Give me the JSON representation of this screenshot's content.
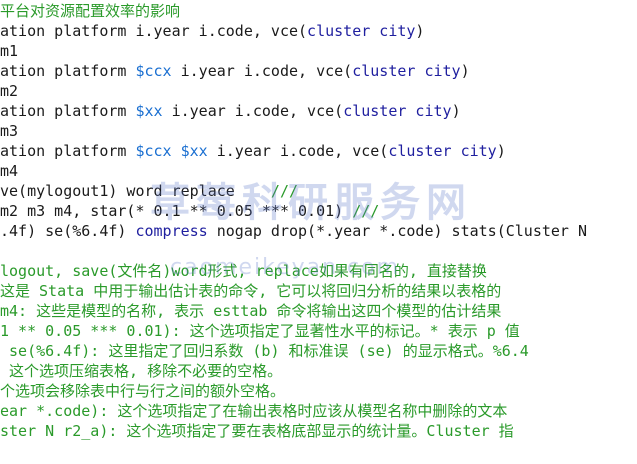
{
  "lines": [
    {
      "segments": [
        {
          "t": "平台对资源配置效率的影响",
          "c": "cmt"
        }
      ]
    },
    {
      "segments": [
        {
          "t": "ation platform i.year i.code, vce(",
          "c": "txt"
        },
        {
          "t": "cluster city",
          "c": "kw"
        },
        {
          "t": ")",
          "c": "txt"
        }
      ]
    },
    {
      "segments": [
        {
          "t": "m1",
          "c": "txt"
        }
      ]
    },
    {
      "segments": [
        {
          "t": "ation platform ",
          "c": "txt"
        },
        {
          "t": "$ccx",
          "c": "mac"
        },
        {
          "t": " i.year i.code, vce(",
          "c": "txt"
        },
        {
          "t": "cluster city",
          "c": "kw"
        },
        {
          "t": ")",
          "c": "txt"
        }
      ]
    },
    {
      "segments": [
        {
          "t": "m2",
          "c": "txt"
        }
      ]
    },
    {
      "segments": [
        {
          "t": "ation platform ",
          "c": "txt"
        },
        {
          "t": "$xx",
          "c": "mac"
        },
        {
          "t": " i.year i.code, vce(",
          "c": "txt"
        },
        {
          "t": "cluster city",
          "c": "kw"
        },
        {
          "t": ")",
          "c": "txt"
        }
      ]
    },
    {
      "segments": [
        {
          "t": "m3",
          "c": "txt"
        }
      ]
    },
    {
      "segments": [
        {
          "t": "ation platform ",
          "c": "txt"
        },
        {
          "t": "$ccx",
          "c": "mac"
        },
        {
          "t": " ",
          "c": "txt"
        },
        {
          "t": "$xx",
          "c": "mac"
        },
        {
          "t": " i.year i.code, vce(",
          "c": "txt"
        },
        {
          "t": "cluster city",
          "c": "kw"
        },
        {
          "t": ")",
          "c": "txt"
        }
      ]
    },
    {
      "segments": [
        {
          "t": "m4",
          "c": "txt"
        }
      ]
    },
    {
      "segments": [
        {
          "t": "ve(mylogout1) word replace",
          "c": "txt"
        },
        {
          "t": "    ///",
          "c": "cmt"
        }
      ]
    },
    {
      "segments": [
        {
          "t": "m2 m3 m4, star(* 0.1 ** 0.05 *** 0.01) ",
          "c": "txt"
        },
        {
          "t": "///",
          "c": "cmt"
        }
      ]
    },
    {
      "segments": [
        {
          "t": ".4f) se(%6.4f) ",
          "c": "txt"
        },
        {
          "t": "compress",
          "c": "kw"
        },
        {
          "t": " nogap drop(*.year *.code) stats(Cluster N",
          "c": "txt"
        }
      ]
    },
    {
      "segments": [
        {
          "t": "",
          "c": "txt"
        }
      ]
    },
    {
      "segments": [
        {
          "t": "logout, save(文件名)word形式, replace如果有同名的, 直接替换",
          "c": "cmt"
        }
      ]
    },
    {
      "segments": [
        {
          "t": "这是 Stata 中用于输出估计表的命令, 它可以将回归分析的结果以表格的",
          "c": "cmt"
        }
      ]
    },
    {
      "segments": [
        {
          "t": "m4: 这些是模型的名称, 表示 esttab 命令将输出这四个模型的估计结果",
          "c": "cmt"
        }
      ]
    },
    {
      "segments": [
        {
          "t": "1 ** 0.05 *** 0.01): 这个选项指定了显著性水平的标记。* 表示 p 值",
          "c": "cmt"
        }
      ]
    },
    {
      "segments": [
        {
          "t": " se(%6.4f): 这里指定了回归系数 (b) 和标准误 (se) 的显示格式。%6.4",
          "c": "cmt"
        }
      ]
    },
    {
      "segments": [
        {
          "t": " 这个选项压缩表格, 移除不必要的空格。",
          "c": "cmt"
        }
      ]
    },
    {
      "segments": [
        {
          "t": "个选项会移除表中行与行之间的额外空格。",
          "c": "cmt"
        }
      ]
    },
    {
      "segments": [
        {
          "t": "ear *.code): 这个选项指定了在输出表格时应该从模型名称中删除的文本",
          "c": "cmt"
        }
      ]
    },
    {
      "segments": [
        {
          "t": "ster N r2_a): 这个选项指定了要在表格底部显示的统计量。Cluster 指",
          "c": "cmt"
        }
      ]
    }
  ],
  "watermark": {
    "text": "草莓科研服务网",
    "url": "caomeikeyan.com"
  },
  "colors": {
    "comment": "#2a9a2a",
    "keyword": "#1f1f9f",
    "macro": "#1a6fd1",
    "text": "#1a1a1a"
  }
}
